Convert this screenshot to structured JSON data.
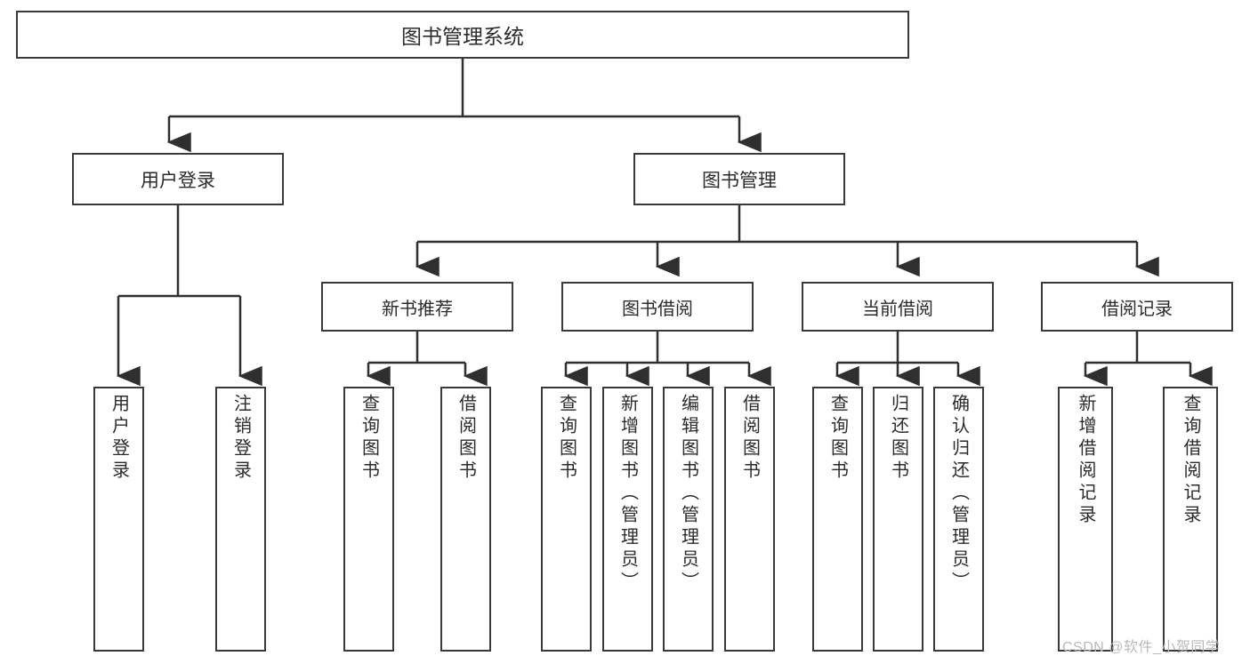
{
  "diagram": {
    "title": "图书管理系统",
    "type": "tree-hierarchy",
    "root": {
      "label": "图书管理系统"
    },
    "level2": [
      {
        "label": "用户登录"
      },
      {
        "label": "图书管理"
      }
    ],
    "level3": [
      {
        "label": "新书推荐"
      },
      {
        "label": "图书借阅"
      },
      {
        "label": "当前借阅"
      },
      {
        "label": "借阅记录"
      }
    ],
    "leaves": {
      "user_login": [
        {
          "label": "用户登录"
        },
        {
          "label": "注销登录"
        }
      ],
      "new_book_recommend": [
        {
          "label": "查询图书"
        },
        {
          "label": "借阅图书"
        }
      ],
      "book_borrow": [
        {
          "label": "查询图书"
        },
        {
          "label": "新增图书（管理员）"
        },
        {
          "label": "编辑图书（管理员）"
        },
        {
          "label": "借阅图书"
        }
      ],
      "current_borrow": [
        {
          "label": "查询图书"
        },
        {
          "label": "归还图书"
        },
        {
          "label": "确认归还（管理员）"
        }
      ],
      "borrow_record": [
        {
          "label": "新增借阅记录"
        },
        {
          "label": "查询借阅记录"
        }
      ]
    }
  },
  "watermark": {
    "text": "CSDN @软件_小贺同学"
  },
  "colors": {
    "border": "#3a3a3a",
    "line": "#2f2f2f",
    "background": "#ffffff",
    "text": "#2b2b2b",
    "watermark": "#b9b9b9"
  }
}
